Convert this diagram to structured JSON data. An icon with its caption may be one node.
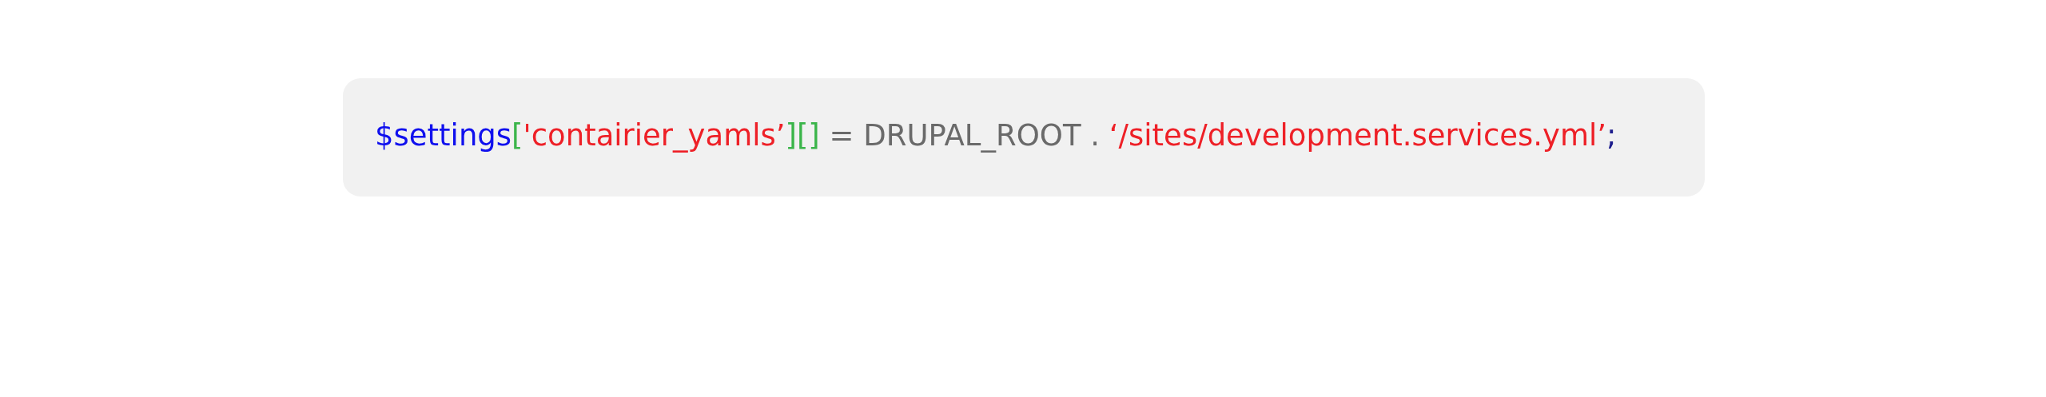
{
  "diagram": {
    "labels": [
      "$settings",
      "[",
      "'contairier_yamls’",
      "]",
      "[]",
      " = DRUPAL_ROOT . ",
      "‘/sites/development.services.yml’",
      ";"
    ]
  }
}
